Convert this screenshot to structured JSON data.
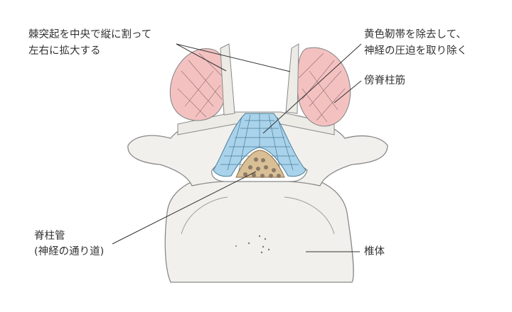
{
  "labels": {
    "spinous_split_line1": "棘突起を中央で縦に割って",
    "spinous_split_line2": "左右に拡大する",
    "ligament_line1": "黄色靭帯を除去して、",
    "ligament_line2": "神経の圧迫を取り除く",
    "paraspinal_muscle": "傍脊柱筋",
    "spinal_canal_line1": "脊柱管",
    "spinal_canal_line2": "(神経の通り道)",
    "vertebral_body": "椎体"
  },
  "colors": {
    "bone": "#f2f0ec",
    "bone_outline": "#8a8a8a",
    "muscle": "#f4c1c1",
    "ligament": "#a9d3ea",
    "nerve": "#d9bf96",
    "text": "#333333"
  }
}
